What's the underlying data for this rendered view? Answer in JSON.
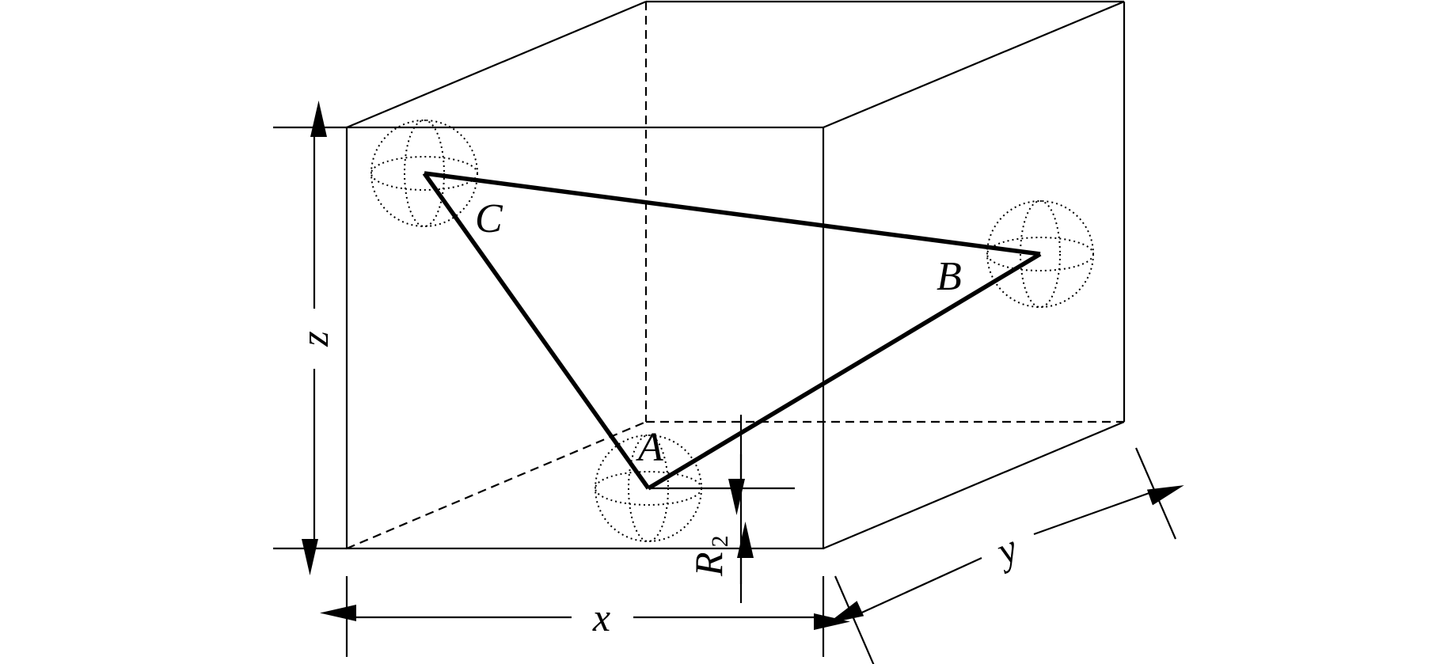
{
  "figure": {
    "points": {
      "a": "A",
      "b": "B",
      "c": "C"
    },
    "dimensions": {
      "x": "x",
      "y": "y",
      "z": "z",
      "radius": {
        "symbol": "R",
        "subscript": "2"
      }
    },
    "colors": {
      "ink": "#000000",
      "background": "#ffffff"
    }
  }
}
